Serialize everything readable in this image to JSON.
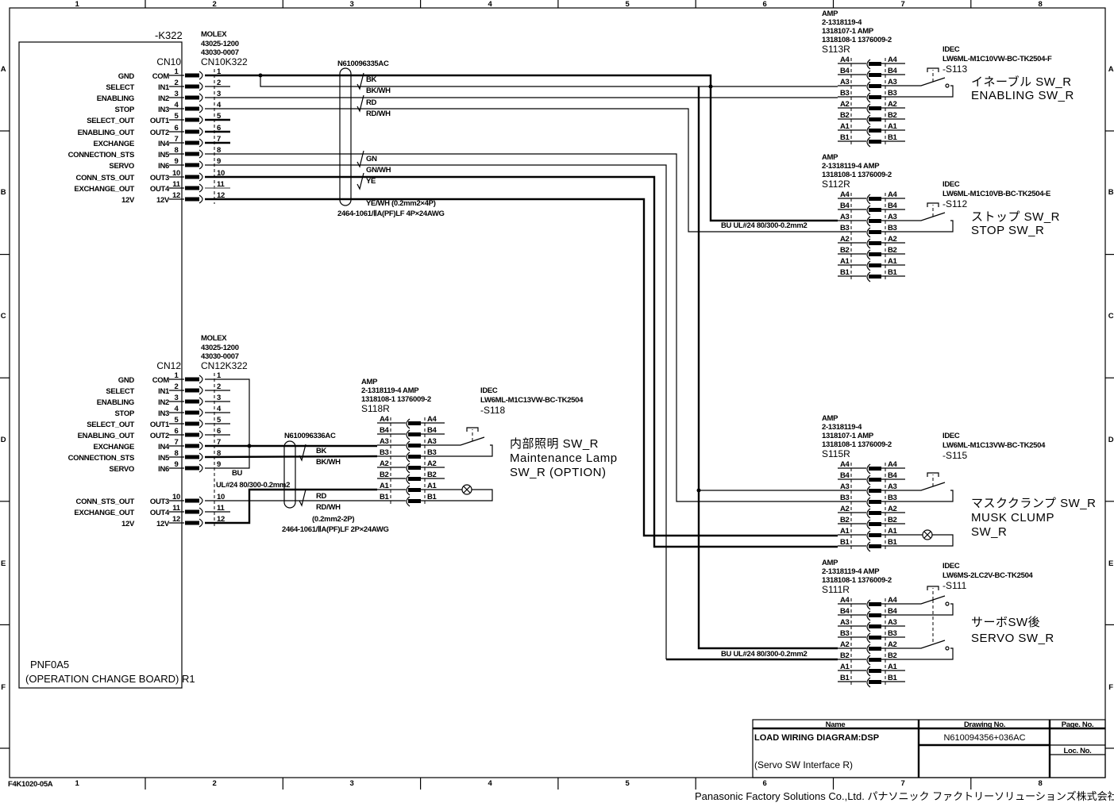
{
  "frame": {
    "columns": [
      "1",
      "2",
      "3",
      "4",
      "5",
      "6",
      "7",
      "8"
    ],
    "rows": [
      "A",
      "B",
      "C",
      "D",
      "E",
      "F"
    ],
    "sheet_code": "F4K1020-05A"
  },
  "board": {
    "ref": "-K322",
    "name": "PNF0A5",
    "desc": "(OPERATION CHANGE BOARD) R1"
  },
  "connectors": [
    {
      "id": "CN10",
      "maker": "MOLEX",
      "parts": [
        "43025-1200",
        "43030-0007"
      ],
      "mate": "CN10K322",
      "pins": [
        {
          "num": "1",
          "port": "COM",
          "signal": "GND"
        },
        {
          "num": "2",
          "port": "IN1",
          "signal": "SELECT"
        },
        {
          "num": "3",
          "port": "IN2",
          "signal": "ENABLING"
        },
        {
          "num": "4",
          "port": "IN3",
          "signal": "STOP"
        },
        {
          "num": "5",
          "port": "OUT1",
          "signal": "SELECT_OUT"
        },
        {
          "num": "6",
          "port": "OUT2",
          "signal": "ENABLING_OUT"
        },
        {
          "num": "7",
          "port": "IN4",
          "signal": "EXCHANGE"
        },
        {
          "num": "8",
          "port": "IN5",
          "signal": "CONNECTION_STS"
        },
        {
          "num": "9",
          "port": "IN6",
          "signal": "SERVO"
        },
        {
          "num": "10",
          "port": "OUT3",
          "signal": "CONN_STS_OUT"
        },
        {
          "num": "11",
          "port": "OUT4",
          "signal": "EXCHANGE_OUT"
        },
        {
          "num": "12",
          "port": "12V",
          "signal": "12V"
        }
      ]
    },
    {
      "id": "CN12",
      "maker": "MOLEX",
      "parts": [
        "43025-1200",
        "43030-0007"
      ],
      "mate": "CN12K322",
      "pins": [
        {
          "num": "1",
          "port": "COM",
          "signal": "GND"
        },
        {
          "num": "2",
          "port": "IN1",
          "signal": "SELECT"
        },
        {
          "num": "3",
          "port": "IN2",
          "signal": "ENABLING"
        },
        {
          "num": "4",
          "port": "IN3",
          "signal": "STOP"
        },
        {
          "num": "5",
          "port": "OUT1",
          "signal": "SELECT_OUT"
        },
        {
          "num": "6",
          "port": "OUT2",
          "signal": "ENABLING_OUT"
        },
        {
          "num": "7",
          "port": "IN4",
          "signal": "EXCHANGE"
        },
        {
          "num": "8",
          "port": "IN5",
          "signal": "CONNECTION_STS"
        },
        {
          "num": "9",
          "port": "IN6",
          "signal": "SERVO"
        },
        {
          "num": "10",
          "port": "OUT3",
          "signal": "CONN_STS_OUT"
        },
        {
          "num": "11",
          "port": "OUT4",
          "signal": "EXCHANGE_OUT"
        },
        {
          "num": "12",
          "port": "12V",
          "signal": "12V"
        }
      ]
    }
  ],
  "cables": [
    {
      "part": "N610096335AC",
      "wires": [
        "BK",
        "BK/WH",
        "RD",
        "RD/WH",
        "GN",
        "GN/WH",
        "YE",
        "YE/WH  (0.2mm2×4P)"
      ],
      "type": "2464-1061/ⅡA(PF)LF 4P×24AWG"
    },
    {
      "part": "N610096336AC",
      "wires": [
        "BK",
        "BK/WH",
        "RD",
        "RD/WH"
      ],
      "spec": "(0.2mm2-2P)",
      "type": "2464-1061/ⅡA(PF)LF 2P×24AWG"
    }
  ],
  "wire_notes": {
    "bu": "BU",
    "ul": "UL#24 80/300-0.2mm2",
    "bu_full": "BU   UL#24 80/300-0.2mm2"
  },
  "terminals": [
    "A4",
    "B4",
    "A3",
    "B3",
    "A2",
    "B2",
    "A1",
    "B1"
  ],
  "terminal_blocks": [
    {
      "ref": "S113R",
      "header": [
        "AMP",
        "2-1318119-4",
        "1318107-1     AMP",
        "1318108-1     1376009-2"
      ],
      "maker": "IDEC",
      "model": "LW6ML-M1C10VW-BC-TK2504-F",
      "tag": "-S113",
      "labels": [
        "イネーブル  SW_R",
        "ENABLING SW_R"
      ]
    },
    {
      "ref": "S112R",
      "header": [
        "AMP",
        "2-1318119-4 AMP",
        "1318108-1     1376009-2"
      ],
      "maker": "IDEC",
      "model": "LW6ML-M1C10VB-BC-TK2504-E",
      "tag": "-S112",
      "labels": [
        "ストップ  SW_R",
        "STOP SW_R"
      ]
    },
    {
      "ref": "S118R",
      "header": [
        "AMP",
        "2-1318119-4 AMP",
        "1318108-1     1376009-2"
      ],
      "maker": "IDEC",
      "model": "LW6ML-M1C13VW-BC-TK2504",
      "tag": "-S118",
      "labels": [
        "内部照明  SW_R",
        "Maintenance Lamp",
        "SW_R  (OPTION)"
      ]
    },
    {
      "ref": "S115R",
      "header": [
        "AMP",
        "2-1318119-4",
        "1318107-1     AMP",
        "1318108-1     1376009-2"
      ],
      "maker": "IDEC",
      "model": "LW6ML-M1C13VW-BC-TK2504",
      "tag": "-S115",
      "labels": [
        "マスククランプ SW_R",
        "MUSK  CLUMP",
        "SW_R"
      ]
    },
    {
      "ref": "S111R",
      "header": [
        "AMP",
        "2-1318119-4 AMP",
        "1318108-1     1376009-2"
      ],
      "maker": "IDEC",
      "model": "LW6MS-2LC2V-BC-TK2504",
      "tag": "-S111",
      "labels": [
        "サーボSW後",
        "SERVO  SW_R"
      ]
    }
  ],
  "title_block": {
    "name_header": "Name",
    "drawing_header": "Drawing No.",
    "page_header": "Page. No.",
    "loc_header": "Loc. No.",
    "name_line1": "LOAD WIRING DIAGRAM:DSP",
    "name_line2": "(Servo SW Interface R)",
    "drawing_no": "N610094356+036AC"
  },
  "company": "Panasonic Factory Solutions Co.,Ltd.  パナソニック  ファクトリーソリューションズ株式会社"
}
